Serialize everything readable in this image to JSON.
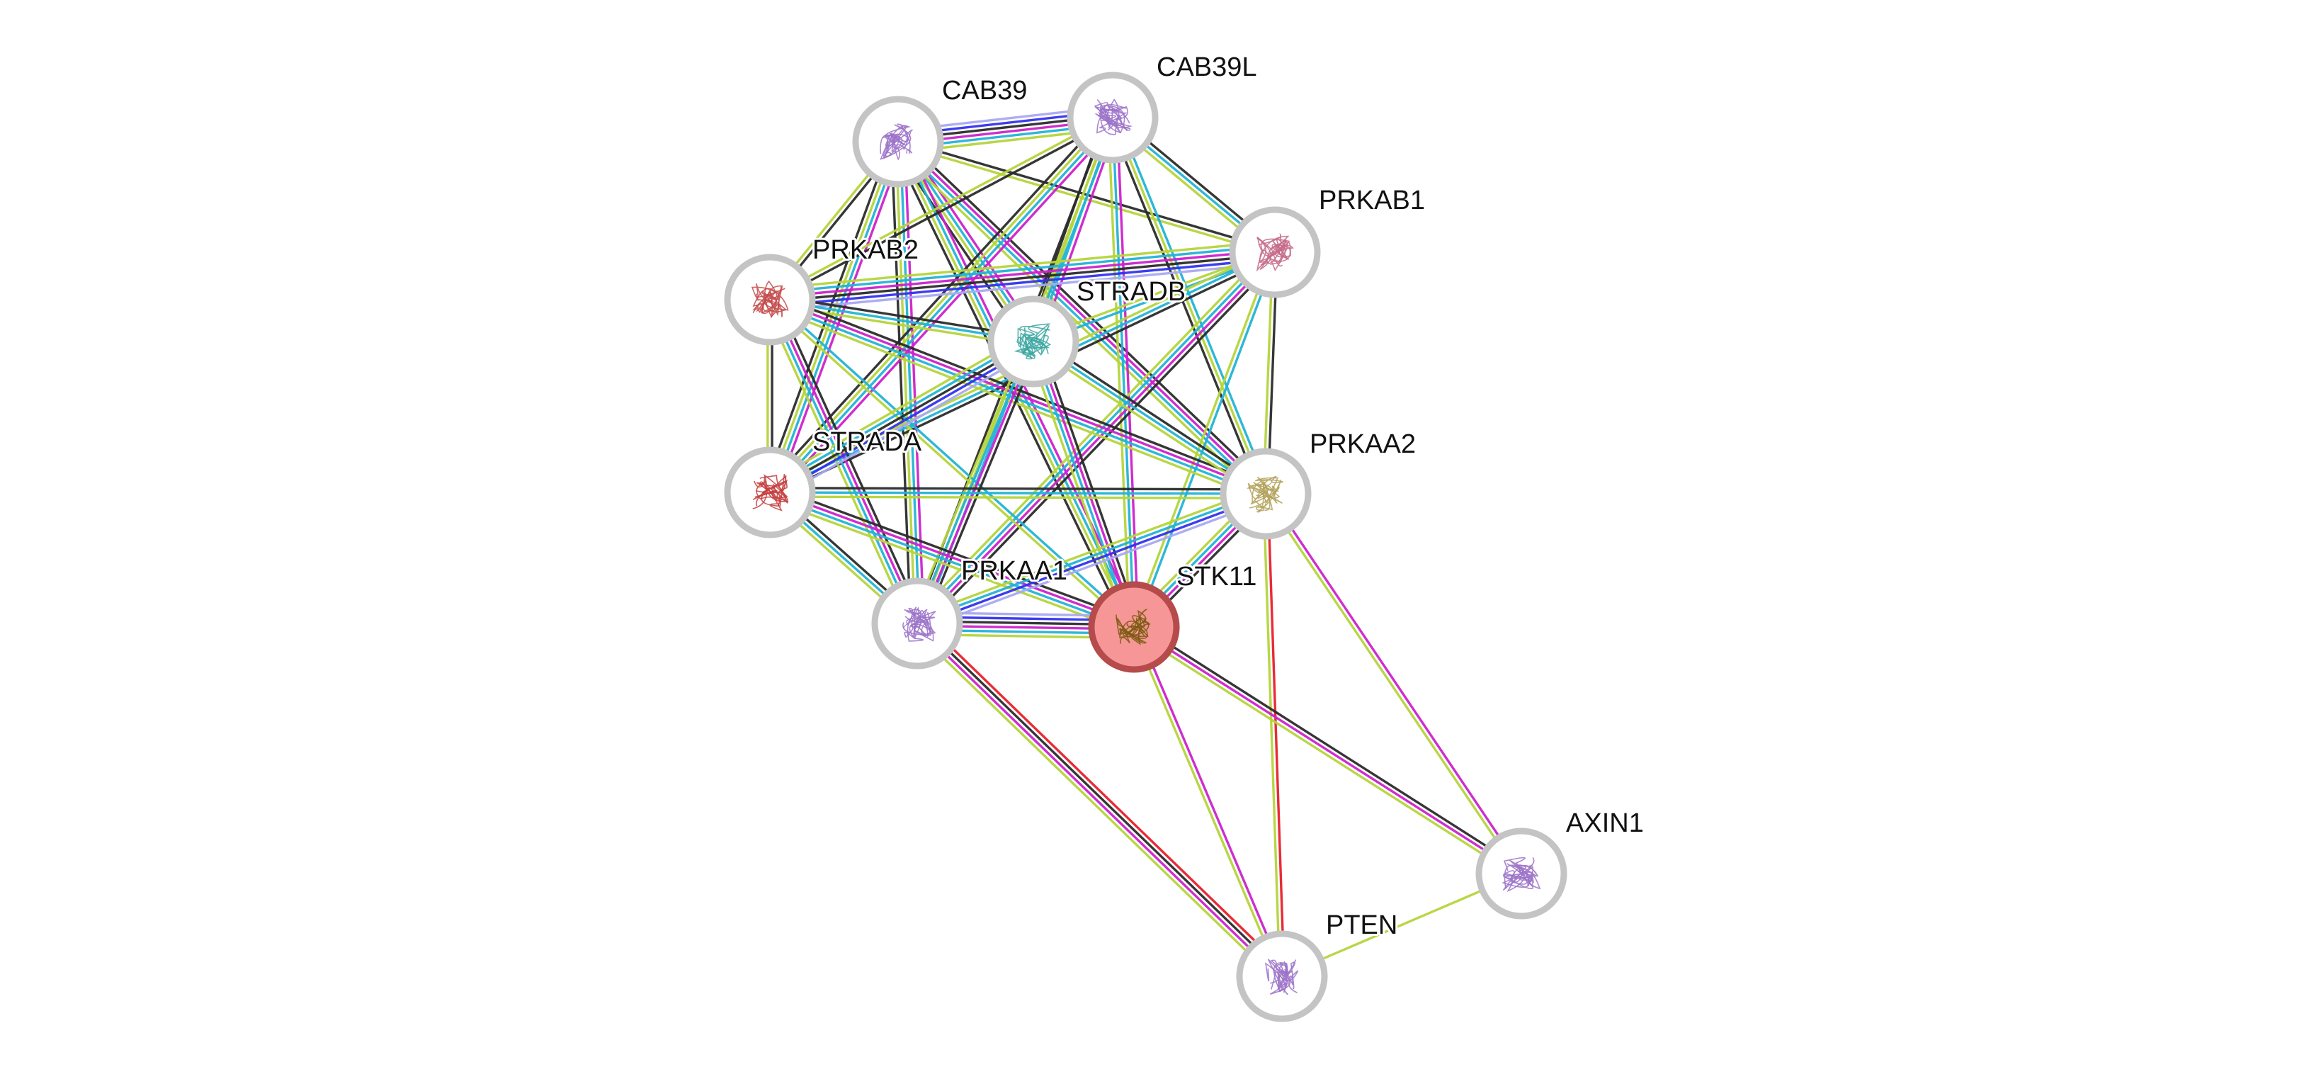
{
  "diagram": {
    "type": "protein-interaction-network",
    "evidence_colors": {
      "textmining": "#b5d43c",
      "coexpression": "#2b2b2b",
      "experiments": "#cc22cc",
      "databases": "#22b3d6",
      "gene_fusion": "#e8202a",
      "cooccurrence": "#3333ee",
      "homology": "#a9a9f2"
    },
    "nodes": [
      {
        "id": "CAB39",
        "label": "CAB39",
        "query": false,
        "structure_color": "#9b72c8"
      },
      {
        "id": "CAB39L",
        "label": "CAB39L",
        "query": false,
        "structure_color": "#9b72c8"
      },
      {
        "id": "PRKAB1",
        "label": "PRKAB1",
        "query": false,
        "structure_color": "#c46a8a"
      },
      {
        "id": "PRKAB2",
        "label": "PRKAB2",
        "query": false,
        "structure_color": "#c44a4a"
      },
      {
        "id": "STRADB",
        "label": "STRADB",
        "query": false,
        "structure_color": "#3aa6a0"
      },
      {
        "id": "STRADA",
        "label": "STRADA",
        "query": false,
        "structure_color": "#c43c3c"
      },
      {
        "id": "PRKAA2",
        "label": "PRKAA2",
        "query": false,
        "structure_color": "#b3a25a"
      },
      {
        "id": "PRKAA1",
        "label": "PRKAA1",
        "query": false,
        "structure_color": "#9b72c8"
      },
      {
        "id": "STK11",
        "label": "STK11",
        "query": true,
        "fill": "#f79696",
        "structure_color": "#7a5a10"
      },
      {
        "id": "AXIN1",
        "label": "AXIN1",
        "query": false,
        "structure_color": "#9b72c8"
      },
      {
        "id": "PTEN",
        "label": "PTEN",
        "query": false,
        "structure_color": "#9b72c8"
      }
    ],
    "edges": [
      {
        "source": "CAB39",
        "target": "CAB39L",
        "evidence": [
          "homology",
          "cooccurrence",
          "coexpression",
          "experiments",
          "databases",
          "textmining"
        ]
      },
      {
        "source": "CAB39",
        "target": "PRKAB1",
        "evidence": [
          "coexpression",
          "textmining"
        ]
      },
      {
        "source": "CAB39",
        "target": "PRKAB2",
        "evidence": [
          "coexpression",
          "textmining"
        ]
      },
      {
        "source": "CAB39",
        "target": "STRADB",
        "evidence": [
          "experiments",
          "databases",
          "textmining",
          "coexpression"
        ]
      },
      {
        "source": "CAB39",
        "target": "STRADA",
        "evidence": [
          "experiments",
          "databases",
          "textmining",
          "coexpression"
        ]
      },
      {
        "source": "CAB39",
        "target": "PRKAA2",
        "evidence": [
          "coexpression",
          "experiments",
          "databases",
          "textmining"
        ]
      },
      {
        "source": "CAB39",
        "target": "PRKAA1",
        "evidence": [
          "experiments",
          "databases",
          "textmining",
          "coexpression"
        ]
      },
      {
        "source": "CAB39",
        "target": "STK11",
        "evidence": [
          "experiments",
          "databases",
          "textmining",
          "coexpression"
        ]
      },
      {
        "source": "CAB39L",
        "target": "PRKAB1",
        "evidence": [
          "coexpression",
          "databases",
          "textmining"
        ]
      },
      {
        "source": "CAB39L",
        "target": "PRKAB2",
        "evidence": [
          "coexpression",
          "textmining"
        ]
      },
      {
        "source": "CAB39L",
        "target": "STRADB",
        "evidence": [
          "experiments",
          "databases",
          "textmining",
          "coexpression"
        ]
      },
      {
        "source": "CAB39L",
        "target": "STRADA",
        "evidence": [
          "experiments",
          "databases",
          "textmining",
          "coexpression"
        ]
      },
      {
        "source": "CAB39L",
        "target": "PRKAA2",
        "evidence": [
          "databases",
          "textmining",
          "coexpression"
        ]
      },
      {
        "source": "CAB39L",
        "target": "PRKAA1",
        "evidence": [
          "databases",
          "textmining",
          "coexpression"
        ]
      },
      {
        "source": "CAB39L",
        "target": "STK11",
        "evidence": [
          "experiments",
          "databases",
          "textmining"
        ]
      },
      {
        "source": "PRKAB1",
        "target": "PRKAB2",
        "evidence": [
          "homology",
          "cooccurrence",
          "coexpression",
          "experiments",
          "databases",
          "textmining"
        ]
      },
      {
        "source": "PRKAB1",
        "target": "STRADB",
        "evidence": [
          "databases",
          "textmining"
        ]
      },
      {
        "source": "PRKAB1",
        "target": "STRADA",
        "evidence": [
          "coexpression",
          "databases",
          "textmining"
        ]
      },
      {
        "source": "PRKAB1",
        "target": "PRKAA2",
        "evidence": [
          "coexpression",
          "textmining"
        ]
      },
      {
        "source": "PRKAB1",
        "target": "PRKAA1",
        "evidence": [
          "coexpression",
          "experiments",
          "databases",
          "textmining"
        ]
      },
      {
        "source": "PRKAB1",
        "target": "STK11",
        "evidence": [
          "databases",
          "textmining"
        ]
      },
      {
        "source": "PRKAB2",
        "target": "STRADB",
        "evidence": [
          "coexpression",
          "databases",
          "textmining"
        ]
      },
      {
        "source": "PRKAB2",
        "target": "STRADA",
        "evidence": [
          "coexpression",
          "textmining"
        ]
      },
      {
        "source": "PRKAB2",
        "target": "PRKAA2",
        "evidence": [
          "coexpression",
          "experiments",
          "databases",
          "textmining"
        ]
      },
      {
        "source": "PRKAB2",
        "target": "PRKAA1",
        "evidence": [
          "coexpression",
          "experiments",
          "databases",
          "textmining"
        ]
      },
      {
        "source": "PRKAB2",
        "target": "STK11",
        "evidence": [
          "databases",
          "textmining"
        ]
      },
      {
        "source": "STRADB",
        "target": "STRADA",
        "evidence": [
          "homology",
          "cooccurrence",
          "coexpression",
          "databases",
          "textmining"
        ]
      },
      {
        "source": "STRADB",
        "target": "PRKAA2",
        "evidence": [
          "coexpression",
          "databases",
          "textmining"
        ]
      },
      {
        "source": "STRADB",
        "target": "PRKAA1",
        "evidence": [
          "coexpression",
          "experiments",
          "databases",
          "textmining"
        ]
      },
      {
        "source": "STRADB",
        "target": "STK11",
        "evidence": [
          "coexpression",
          "experiments",
          "databases",
          "textmining"
        ]
      },
      {
        "source": "STRADA",
        "target": "PRKAA2",
        "evidence": [
          "coexpression",
          "databases",
          "textmining"
        ]
      },
      {
        "source": "STRADA",
        "target": "PRKAA1",
        "evidence": [
          "coexpression",
          "databases",
          "textmining"
        ]
      },
      {
        "source": "STRADA",
        "target": "STK11",
        "evidence": [
          "coexpression",
          "experiments",
          "databases",
          "textmining"
        ]
      },
      {
        "source": "PRKAA2",
        "target": "PRKAA1",
        "evidence": [
          "homology",
          "cooccurrence",
          "databases",
          "textmining"
        ]
      },
      {
        "source": "PRKAA2",
        "target": "STK11",
        "evidence": [
          "coexpression",
          "experiments",
          "databases",
          "textmining"
        ]
      },
      {
        "source": "PRKAA2",
        "target": "AXIN1",
        "evidence": [
          "experiments",
          "textmining"
        ]
      },
      {
        "source": "PRKAA2",
        "target": "PTEN",
        "evidence": [
          "gene_fusion",
          "textmining"
        ]
      },
      {
        "source": "PRKAA1",
        "target": "STK11",
        "evidence": [
          "homology",
          "cooccurrence",
          "coexpression",
          "experiments",
          "databases",
          "textmining"
        ]
      },
      {
        "source": "PRKAA1",
        "target": "PTEN",
        "evidence": [
          "gene_fusion",
          "coexpression",
          "experiments",
          "textmining"
        ]
      },
      {
        "source": "STK11",
        "target": "AXIN1",
        "evidence": [
          "coexpression",
          "experiments",
          "textmining"
        ]
      },
      {
        "source": "STK11",
        "target": "PTEN",
        "evidence": [
          "experiments",
          "textmining"
        ]
      },
      {
        "source": "AXIN1",
        "target": "PTEN",
        "evidence": [
          "textmining"
        ]
      }
    ]
  }
}
